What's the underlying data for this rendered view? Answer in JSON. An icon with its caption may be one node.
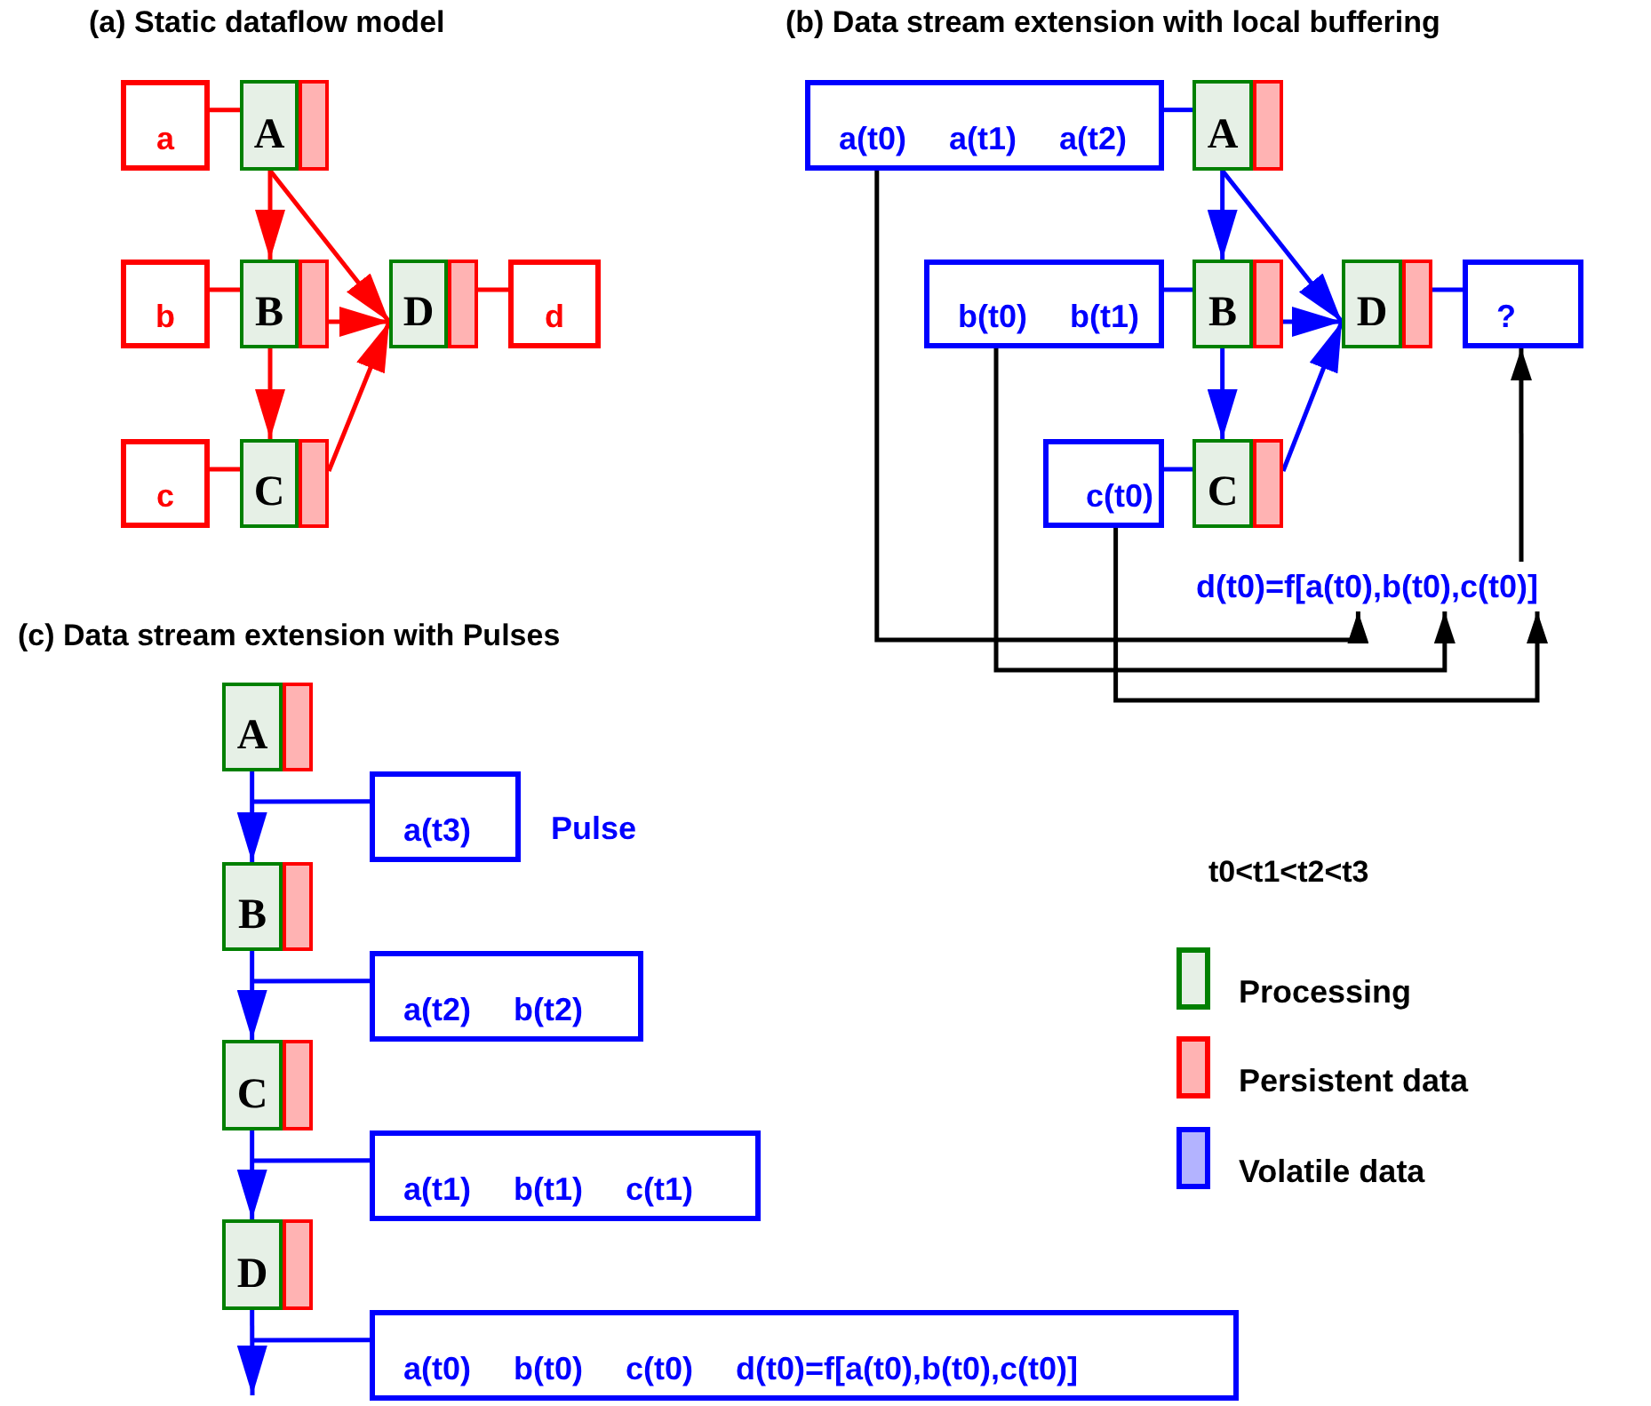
{
  "diagram": {
    "nodes": [
      {
        "text": [
          "a"
        ]
      },
      {
        "text": [
          "A"
        ]
      },
      {
        "text": [
          "b"
        ]
      },
      {
        "text": [
          "B"
        ]
      },
      {
        "text": [
          "D"
        ]
      },
      {
        "text": [
          "d"
        ]
      },
      {
        "text": [
          "c"
        ]
      },
      {
        "text": [
          "C"
        ]
      },
      {
        "text": [
          "a(t0)",
          "a(t1)",
          "a(t2)"
        ]
      },
      {
        "text": [
          "A"
        ]
      },
      {
        "text": [
          "b(t0)",
          "b(t1)"
        ]
      },
      {
        "text": [
          "B"
        ]
      },
      {
        "text": [
          "D"
        ]
      },
      {
        "text": [
          "?"
        ]
      },
      {
        "text": [
          "c(t0)"
        ]
      },
      {
        "text": [
          "C"
        ]
      },
      {
        "text": [
          "d(t0)=f[a(t0),b(t0),c(t0)]"
        ]
      },
      {
        "text": [
          "A"
        ]
      },
      {
        "text": [
          "a(t3)"
        ],
        "beside": [
          "Pulse"
        ]
      },
      {
        "text": [
          "B"
        ]
      },
      {
        "text": [
          "a(t2)",
          "b(t2)"
        ]
      },
      {
        "text": [
          "C"
        ]
      },
      {
        "text": [
          "a(t1)",
          "b(t1)",
          "c(t1)"
        ]
      },
      {
        "text": [
          "D"
        ]
      },
      {
        "text": [
          "a(t0)",
          "b(t0)",
          "c(t0)",
          "d(t0)=f[a(t0),b(t0),c(t0)]"
        ]
      }
    ],
    "edges": [
      {
        "from": 0,
        "to": 1,
        "arrow": "none",
        "color": "#ff0000"
      },
      {
        "from": 1,
        "to": 3,
        "arrow": "to",
        "color": "#ff0000"
      },
      {
        "from": 1,
        "to": 4,
        "arrow": "to",
        "color": "#ff0000"
      },
      {
        "from": 2,
        "to": 3,
        "arrow": "none",
        "color": "#ff0000"
      },
      {
        "from": 3,
        "to": 4,
        "arrow": "to",
        "color": "#ff0000"
      },
      {
        "from": 4,
        "to": 5,
        "arrow": "none",
        "color": "#ff0000"
      },
      {
        "from": 6,
        "to": 7,
        "arrow": "none",
        "color": "#ff0000"
      },
      {
        "from": 3,
        "to": 7,
        "arrow": "to",
        "color": "#ff0000"
      },
      {
        "from": 7,
        "to": 4,
        "arrow": "to",
        "color": "#ff0000"
      },
      {
        "from": 8,
        "to": 9,
        "arrow": "none"
      },
      {
        "from": 9,
        "to": 11,
        "arrow": "to"
      },
      {
        "from": 9,
        "to": 12,
        "arrow": "to"
      },
      {
        "from": 10,
        "to": 11,
        "arrow": "none"
      },
      {
        "from": 11,
        "to": 12,
        "arrow": "to"
      },
      {
        "from": 12,
        "to": 13,
        "arrow": "none"
      },
      {
        "from": 11,
        "to": 15,
        "arrow": "to"
      },
      {
        "from": 14,
        "to": 15,
        "arrow": "none"
      },
      {
        "from": 15,
        "to": 12,
        "arrow": "to"
      },
      {
        "from": 8,
        "to": 16,
        "arrow": "to",
        "color": "#000000"
      },
      {
        "from": 10,
        "to": 16,
        "arrow": "to",
        "color": "#000000"
      },
      {
        "from": 14,
        "to": 16,
        "arrow": "to",
        "color": "#000000"
      },
      {
        "from": 16,
        "to": 13,
        "arrow": "to",
        "color": "#000000"
      },
      {
        "from": 17,
        "to": 19,
        "arrow": "to"
      },
      {
        "from": 18,
        "to": null,
        "arrow": "none"
      },
      {
        "from": 19,
        "to": 21,
        "arrow": "to"
      },
      {
        "from": 20,
        "to": null,
        "arrow": "none"
      },
      {
        "from": 21,
        "to": 23,
        "arrow": "to"
      },
      {
        "from": 22,
        "to": null,
        "arrow": "none"
      },
      {
        "from": 23,
        "to": null,
        "arrow": "to"
      },
      {
        "from": 24,
        "to": null,
        "arrow": "none"
      }
    ],
    "labels": [
      "(a) Static dataflow model",
      "(b) Data stream extension with local buffering",
      "(c) Data stream extension with Pulses",
      "t0<t1<t2<t3"
    ],
    "legend": [
      {
        "text": "Processing",
        "color": "#e6f0e6"
      },
      {
        "text": "Persistent data",
        "color": "#ffb3b3"
      },
      {
        "text": "Volatile data",
        "color": "#b3b3ff"
      }
    ]
  }
}
